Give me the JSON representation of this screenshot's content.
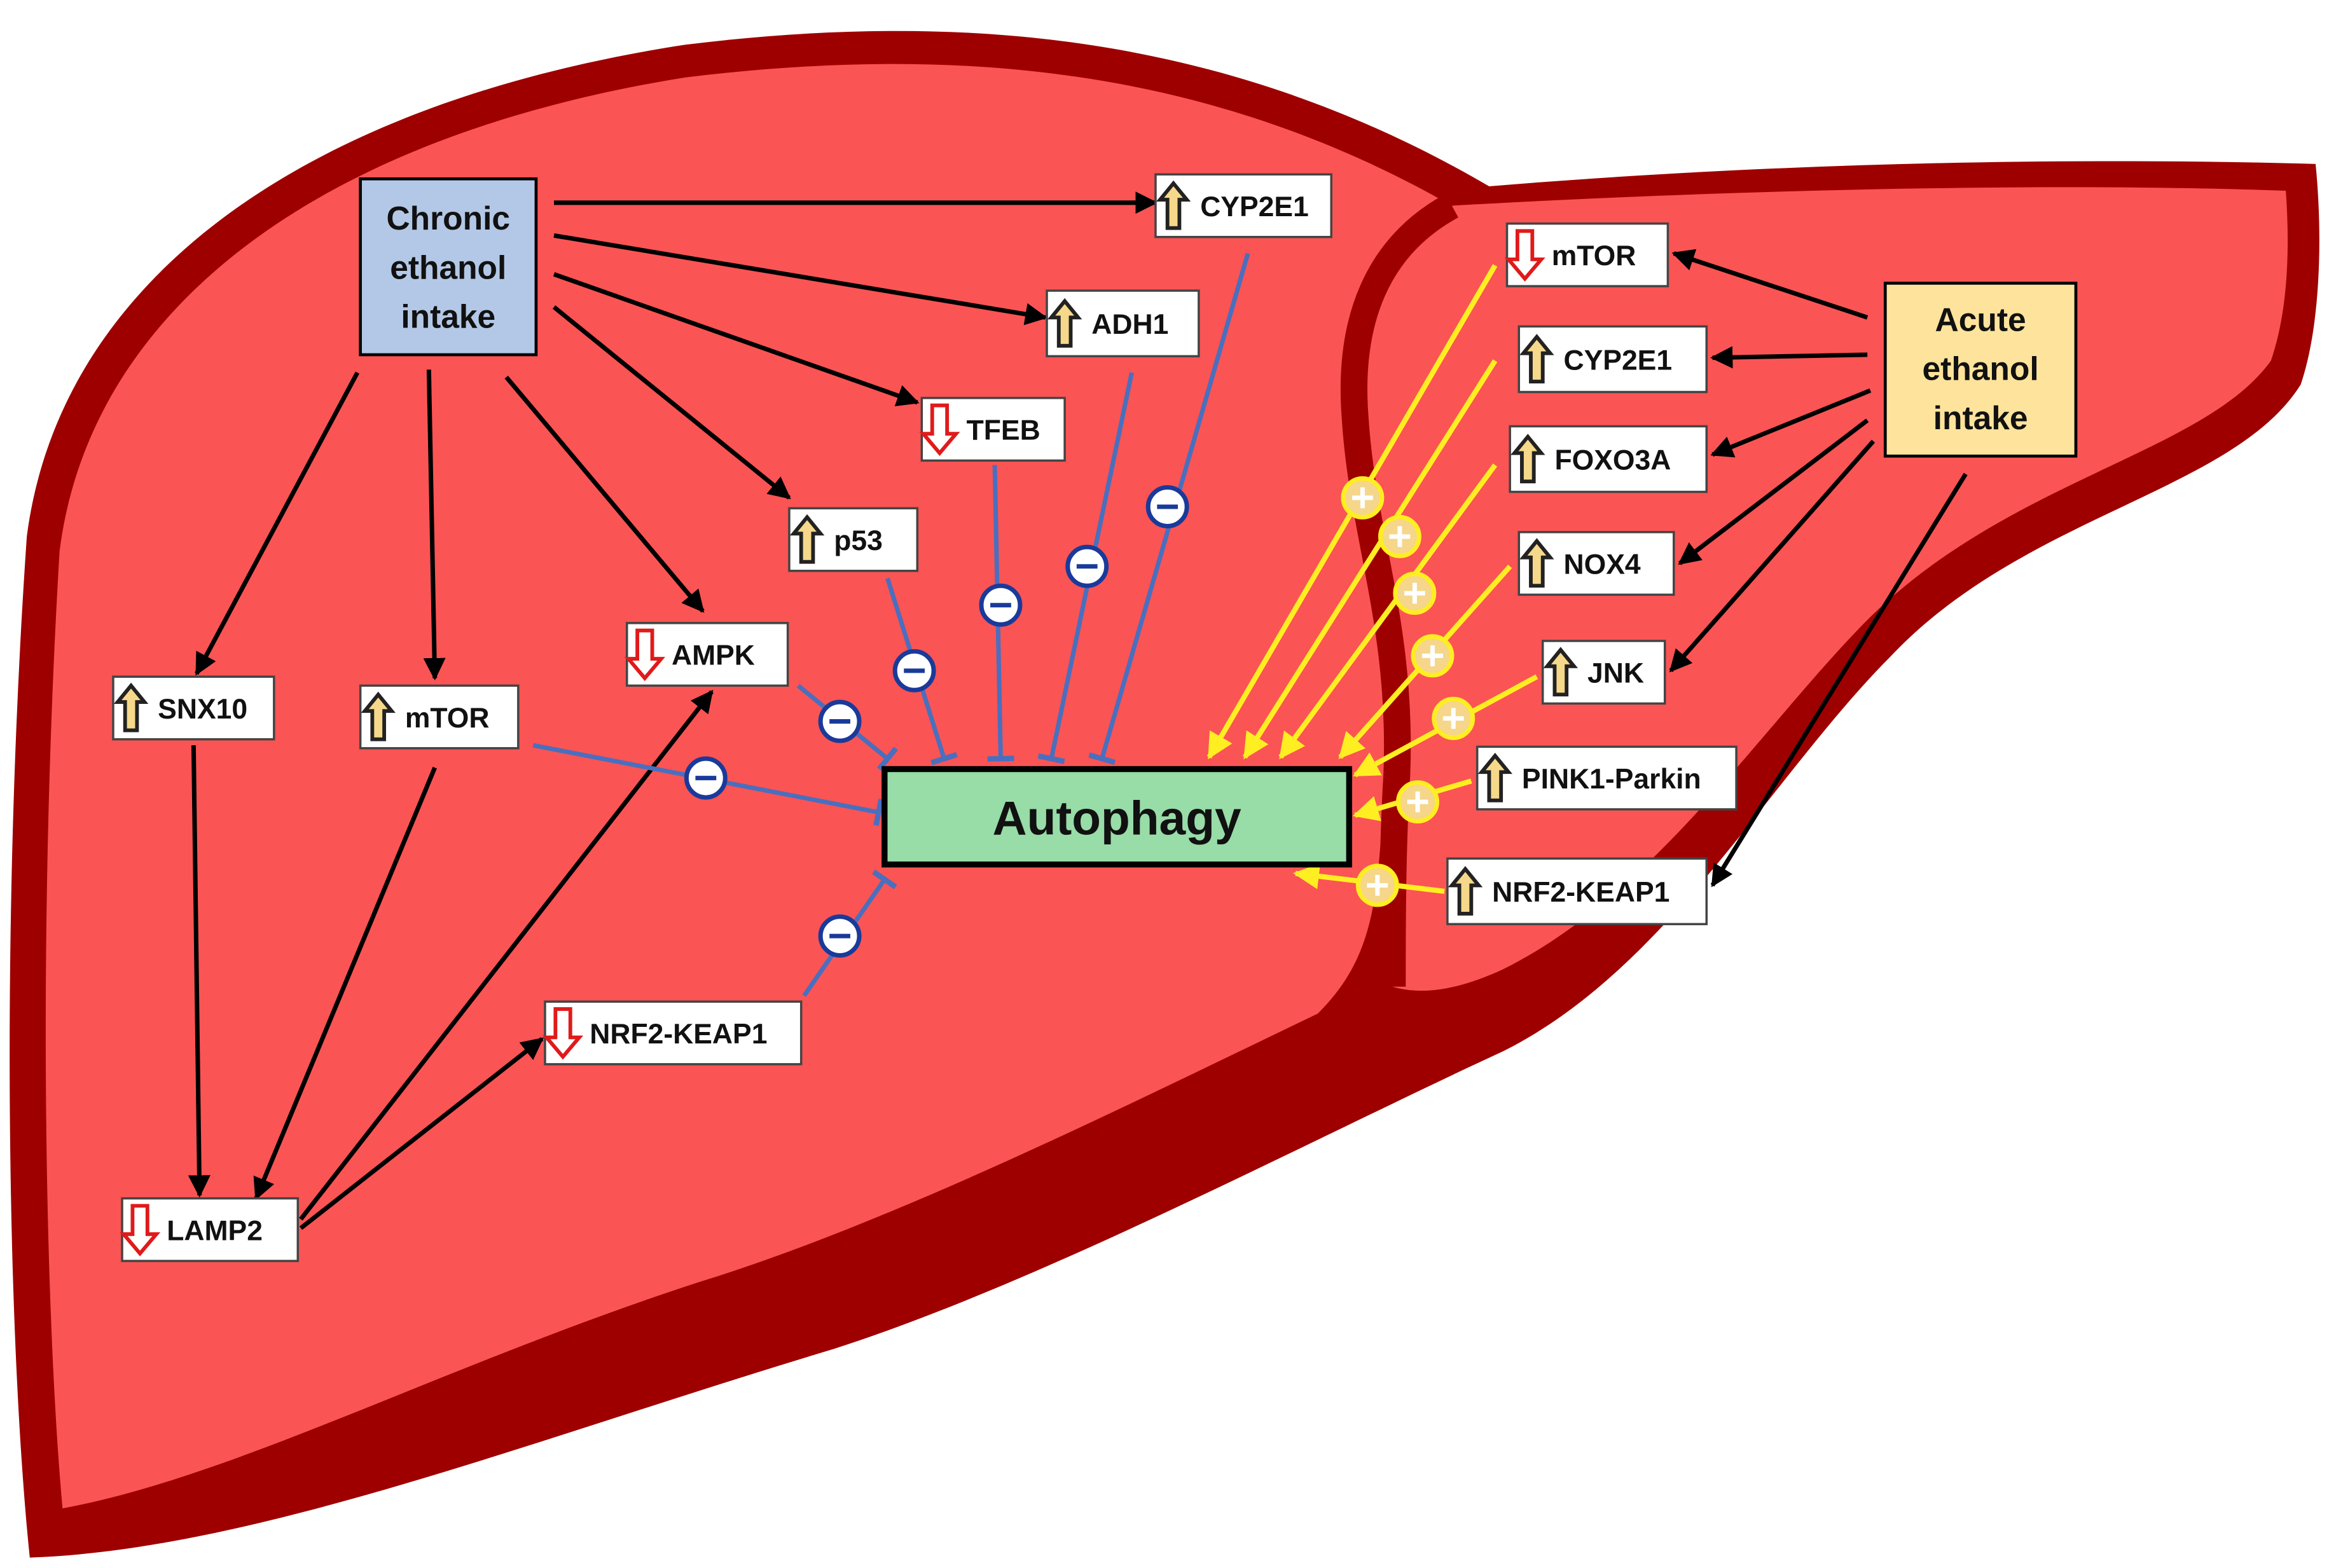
{
  "colors": {
    "liver_outer": "#9e0000",
    "liver_inner": "#fb5454",
    "chronic_box": "#b3c8e6",
    "acute_box": "#fde39b",
    "autophagy_box": "#98dca8",
    "inhibit_line": "#4a6fbe",
    "activate_line": "#ffee22",
    "up_arrow": "#f5d88a",
    "down_arrow": "#e01a1a"
  },
  "hubs": {
    "chronic": {
      "line1": "Chronic",
      "line2": "ethanol",
      "line3": "intake"
    },
    "acute": {
      "line1": "Acute",
      "line2": "ethanol",
      "line3": "intake"
    },
    "autophagy": {
      "label": "Autophagy"
    }
  },
  "nodes": {
    "cyp2e1_chronic": {
      "label": "CYP2E1",
      "direction": "up"
    },
    "adh1": {
      "label": "ADH1",
      "direction": "up"
    },
    "tfeb": {
      "label": "TFEB",
      "direction": "down"
    },
    "p53": {
      "label": "p53",
      "direction": "up"
    },
    "ampk": {
      "label": "AMPK",
      "direction": "down"
    },
    "snx10": {
      "label": "SNX10",
      "direction": "up"
    },
    "mtor_chronic": {
      "label": "mTOR",
      "direction": "up"
    },
    "nrf2_chronic": {
      "label": "NRF2-KEAP1",
      "direction": "down"
    },
    "lamp2": {
      "label": "LAMP2",
      "direction": "down"
    },
    "mtor_acute": {
      "label": "mTOR",
      "direction": "down"
    },
    "cyp2e1_acute": {
      "label": "CYP2E1",
      "direction": "up"
    },
    "foxo3a": {
      "label": "FOXO3A",
      "direction": "up"
    },
    "nox4": {
      "label": "NOX4",
      "direction": "up"
    },
    "jnk": {
      "label": "JNK",
      "direction": "up"
    },
    "pink1": {
      "label": "PINK1-Parkin",
      "direction": "up"
    },
    "nrf2_acute": {
      "label": "NRF2-KEAP1",
      "direction": "up"
    }
  },
  "edges": {
    "inhibitory_sign": "−",
    "activating_sign": "+",
    "chronic_inhibits_autophagy_via": [
      "CYP2E1",
      "ADH1",
      "TFEB",
      "p53",
      "AMPK",
      "mTOR",
      "NRF2-KEAP1"
    ],
    "acute_activates_autophagy_via": [
      "mTOR",
      "CYP2E1",
      "FOXO3A",
      "NOX4",
      "JNK",
      "PINK1-Parkin",
      "NRF2-KEAP1"
    ]
  }
}
